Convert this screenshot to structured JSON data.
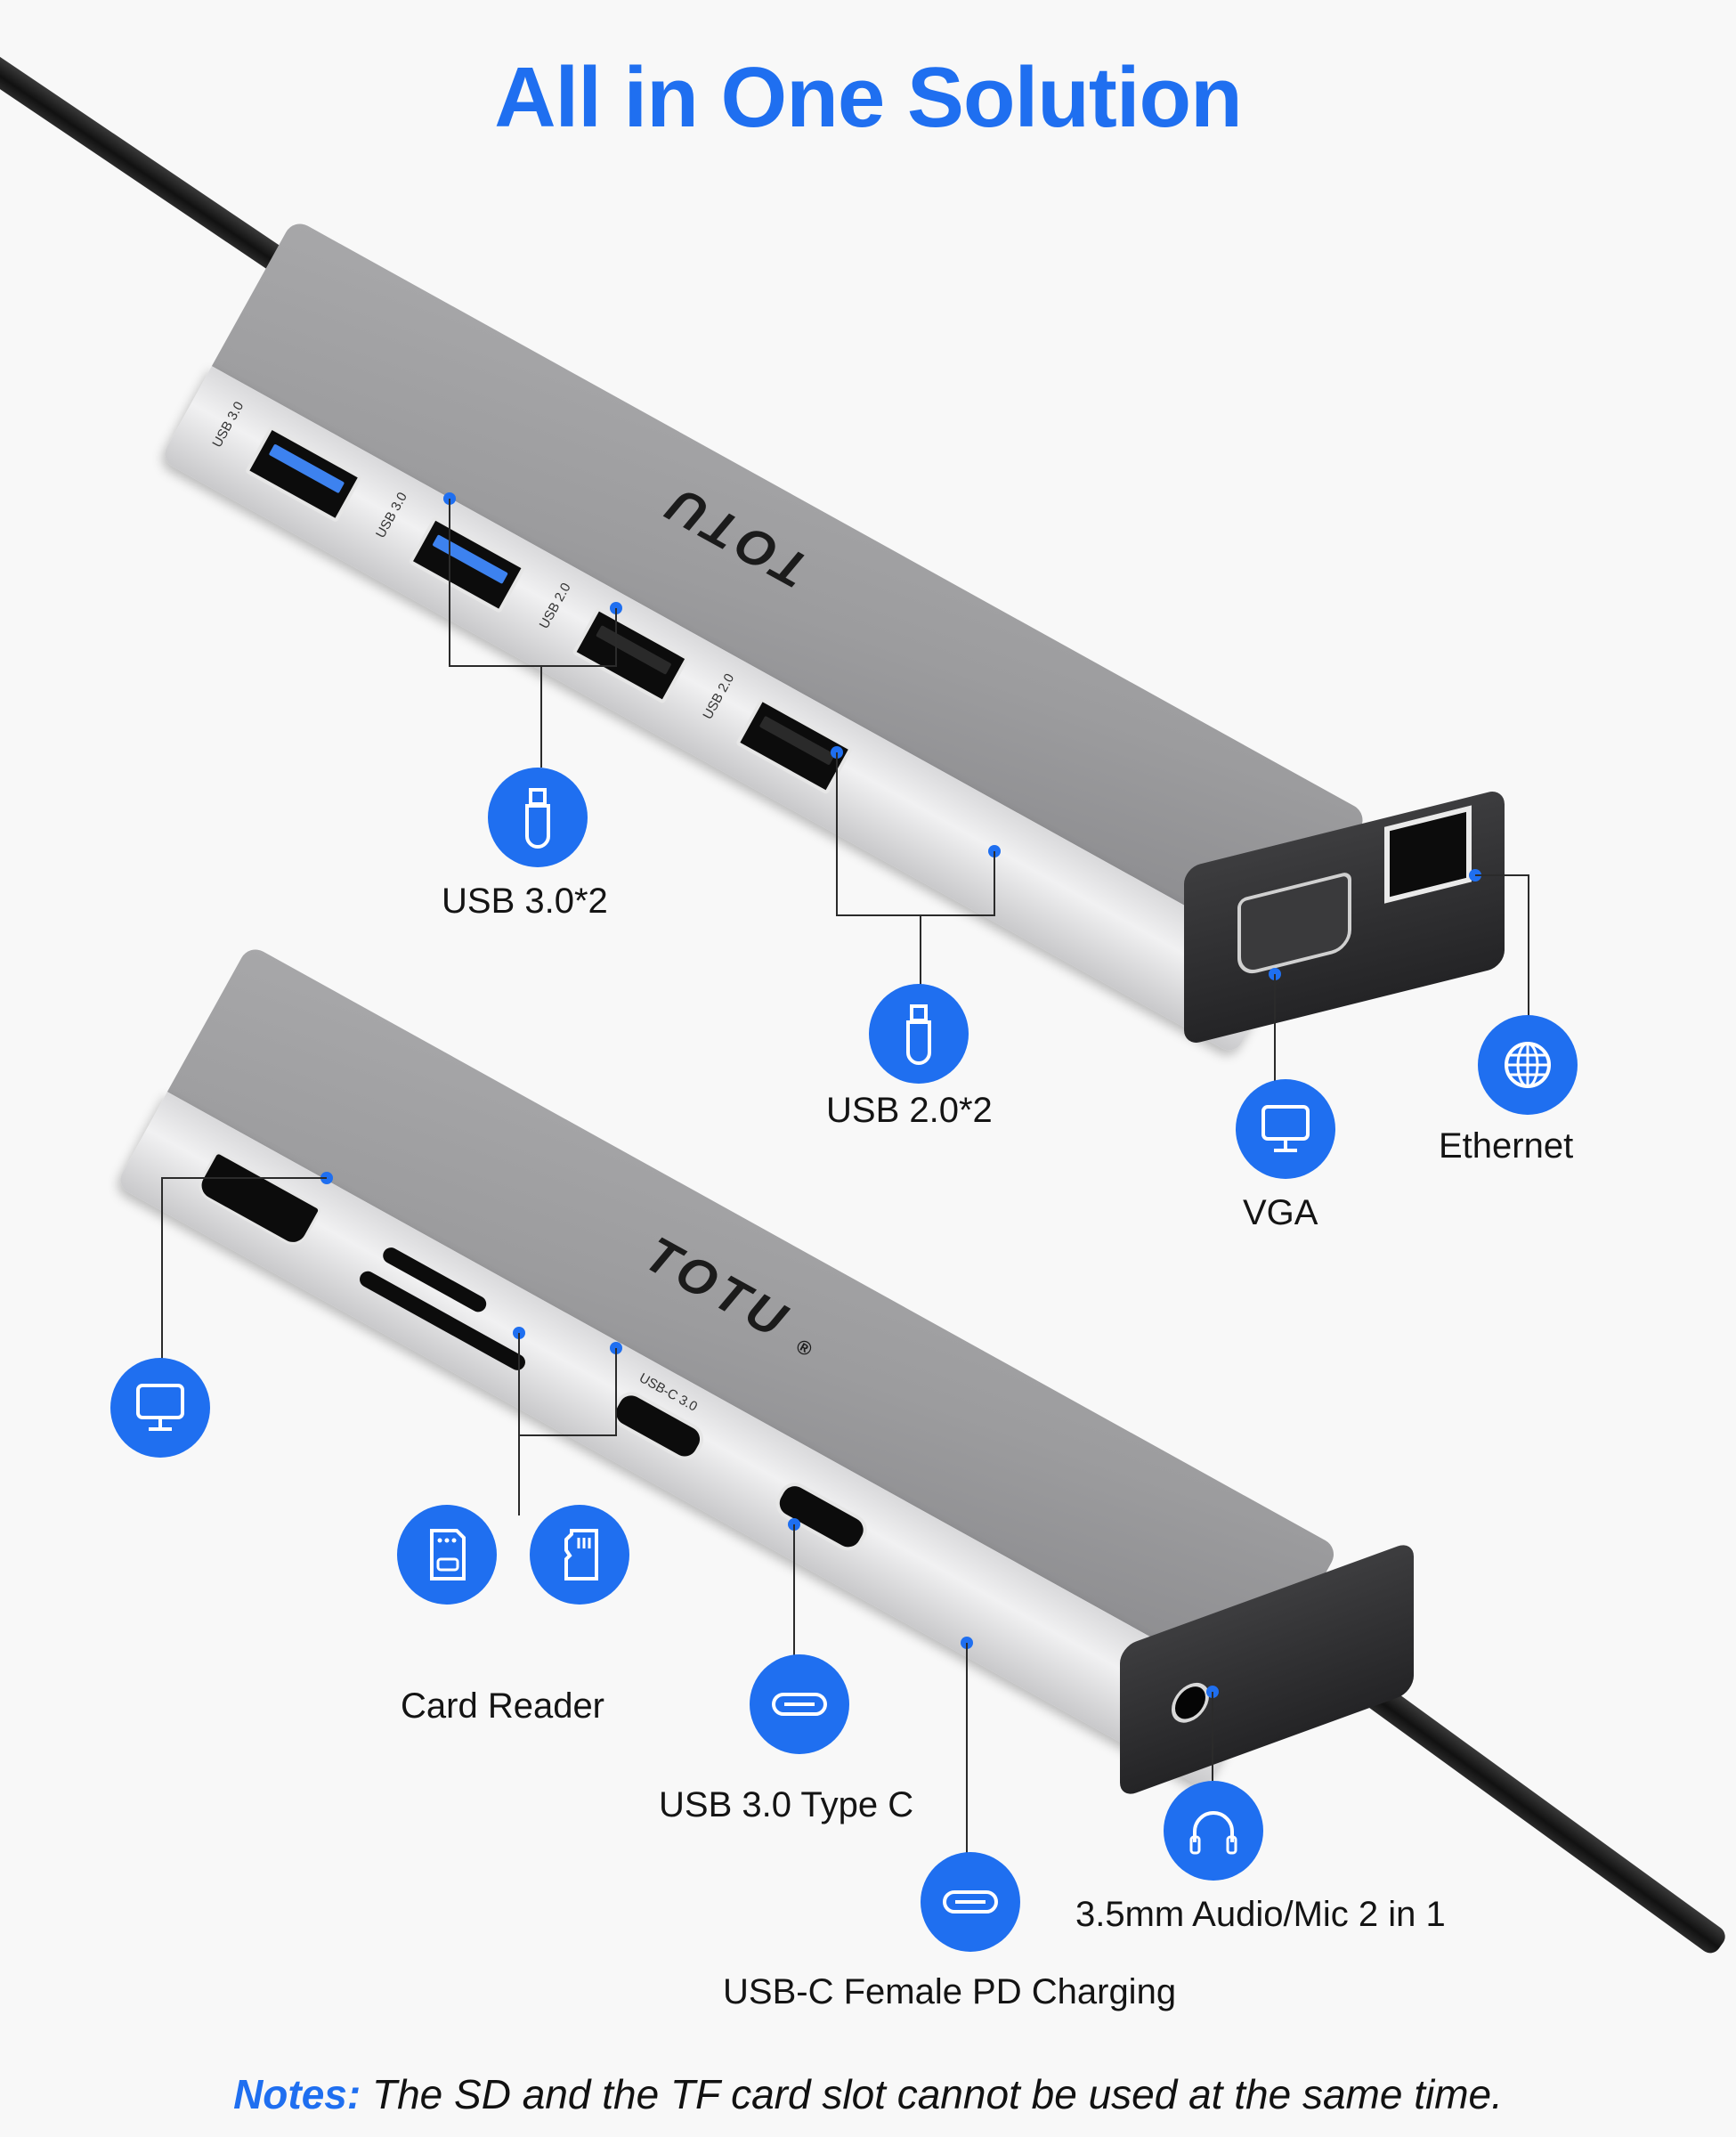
{
  "title": "All in One Solution",
  "brand": {
    "logo_text": "TOTU",
    "registered_mark": "®"
  },
  "colors": {
    "accent": "#1f6ff0",
    "text": "#141414",
    "background": "#f8f8f8",
    "hub_body": "#9c9c9e"
  },
  "top_hub": {
    "port_markings": [
      "USB 3.0",
      "USB 3.0",
      "USB 2.0",
      "USB 2.0"
    ],
    "callouts": [
      {
        "id": "usb3",
        "label": "USB 3.0*2",
        "icon": "usb-flash-drive-icon"
      },
      {
        "id": "usb2",
        "label": "USB 2.0*2",
        "icon": "usb-flash-drive-icon"
      },
      {
        "id": "vga",
        "label": "VGA",
        "icon": "monitor-icon"
      },
      {
        "id": "ethernet",
        "label": "Ethernet",
        "icon": "globe-icon"
      }
    ]
  },
  "bottom_hub": {
    "port_markings": [
      "USB-C 3.0"
    ],
    "callouts": [
      {
        "id": "hdmi",
        "label": "",
        "icon": "monitor-icon"
      },
      {
        "id": "card_reader",
        "label": "Card Reader",
        "icons": [
          "sd-card-icon",
          "micro-sd-card-icon"
        ]
      },
      {
        "id": "usb_c_data",
        "label": "USB 3.0 Type C",
        "icon": "usb-c-icon"
      },
      {
        "id": "usb_c_pd",
        "label": "USB-C Female PD Charging",
        "icon": "usb-c-icon"
      },
      {
        "id": "audio",
        "label": "3.5mm Audio/Mic 2 in 1",
        "icon": "headphones-icon"
      }
    ]
  },
  "notes": {
    "key": "Notes:",
    "text": " The SD and the TF card slot cannot be used at the same time."
  }
}
